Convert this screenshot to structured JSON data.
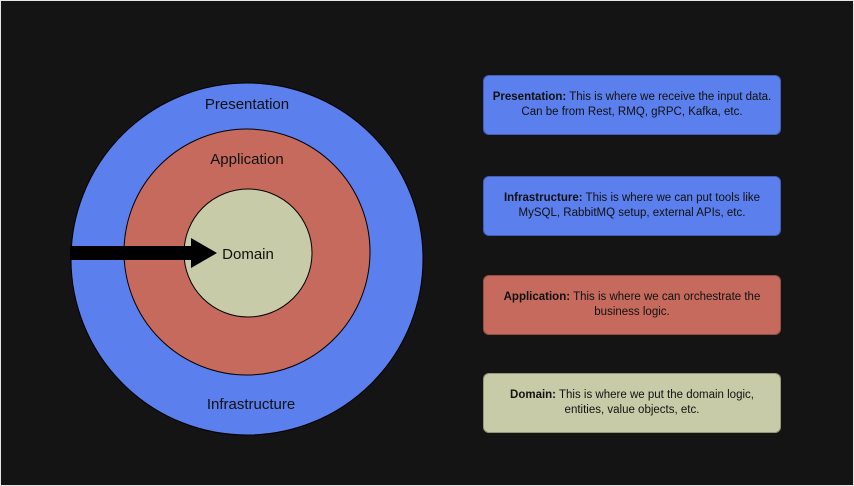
{
  "colors": {
    "background": "#141414",
    "presentation": "#5b7fec",
    "application": "#c56a5d",
    "domain": "#c8cba8",
    "arrow": "#000000"
  },
  "rings": {
    "outer_label": "Presentation",
    "middle_label": "Application",
    "inner_label": "Domain",
    "bottom_label": "Infrastructure"
  },
  "descriptions": [
    {
      "term": "Presentation:",
      "text": " This is where we receive the input data. Can be from Rest, RMQ, gRPC, Kafka, etc.",
      "color": "#5b7fec"
    },
    {
      "term": "Infrastructure:",
      "text": " This is where we can put tools like MySQL, RabbitMQ setup, external APIs, etc.",
      "color": "#5b7fec"
    },
    {
      "term": "Application:",
      "text": " This is where we can orchestrate the business logic.",
      "color": "#c56a5d"
    },
    {
      "term": "Domain:",
      "text": " This is where we put the domain logic, entities, value objects, etc.",
      "color": "#c8cba8"
    }
  ]
}
